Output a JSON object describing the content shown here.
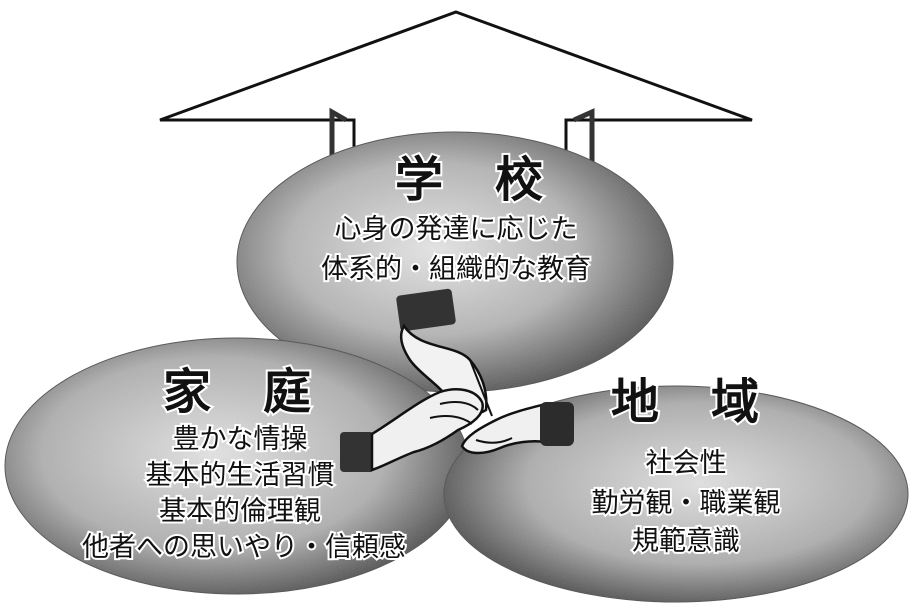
{
  "school": {
    "title": "学　校",
    "lines": [
      "心身の発達に応じた",
      "体系的・組織的な教育"
    ]
  },
  "home": {
    "title": "家　庭",
    "lines": [
      "豊かな情操",
      "基本的生活習慣",
      "基本的倫理観",
      "他者への思いやり・信頼感"
    ]
  },
  "community": {
    "title": "地　域",
    "lines": [
      "社会性",
      "勤労観・職業観",
      "規範意識"
    ]
  }
}
